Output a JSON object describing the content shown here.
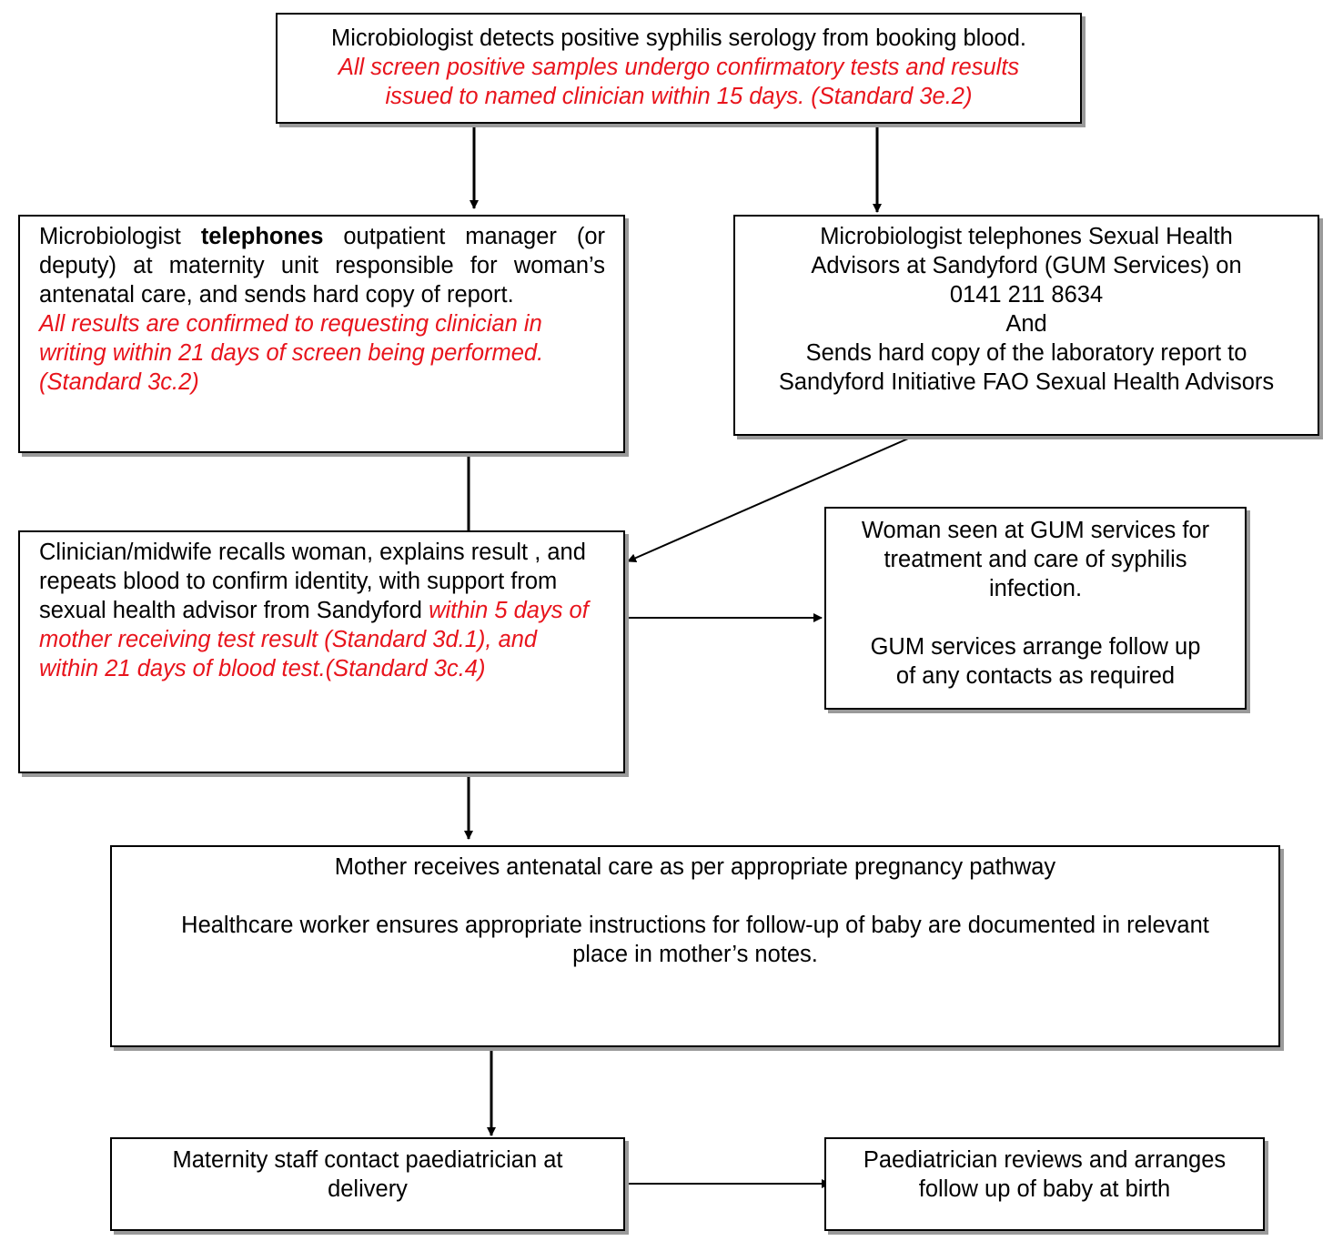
{
  "nodes": {
    "top": {
      "line1": "Microbiologist detects positive syphilis serology from booking blood.",
      "red_line1": "All screen positive samples undergo confirmatory tests and results",
      "red_line2": "issued to named clinician within 15 days.  (Standard 3e.2)"
    },
    "left1": {
      "pre": "Microbiologist ",
      "bold": "telephones",
      "post": " outpatient manager (or deputy) at maternity unit responsible for woman’s antenatal care, and sends hard copy of report.",
      "red": "All results are confirmed to requesting clinician in writing within 21 days of screen being performed. (Standard 3c.2)"
    },
    "right1": {
      "line1": "Microbiologist telephones Sexual Health",
      "line2": "Advisors at Sandyford (GUM Services) on",
      "line3": "0141 211 8634",
      "line4": "And",
      "line5": "Sends hard copy of the laboratory report to",
      "line6": "Sandyford Initiative FAO Sexual Health Advisors"
    },
    "left2": {
      "text": "Clinician/midwife recalls woman, explains result , and repeats blood to confirm identity, with support from sexual health advisor from Sandyford ",
      "red": "within 5 days of mother receiving test result (Standard 3d.1), and within 21 days of blood test.(Standard 3c.4)"
    },
    "right2": {
      "line1": "Woman seen at GUM services for",
      "line2": "treatment and care of syphilis",
      "line3": "infection.",
      "line4": "GUM services arrange follow up",
      "line5": "of any contacts as required"
    },
    "middle": {
      "line1": "Mother receives antenatal care as per appropriate pregnancy pathway",
      "line2": "Healthcare worker ensures appropriate instructions for follow-up of baby are documented in relevant",
      "line3": "place in mother’s notes."
    },
    "bottom_left": {
      "line1": "Maternity staff contact paediatrician at",
      "line2": "delivery"
    },
    "bottom_right": {
      "line1": "Paediatrician reviews and arranges",
      "line2": "follow up of baby at birth"
    }
  }
}
